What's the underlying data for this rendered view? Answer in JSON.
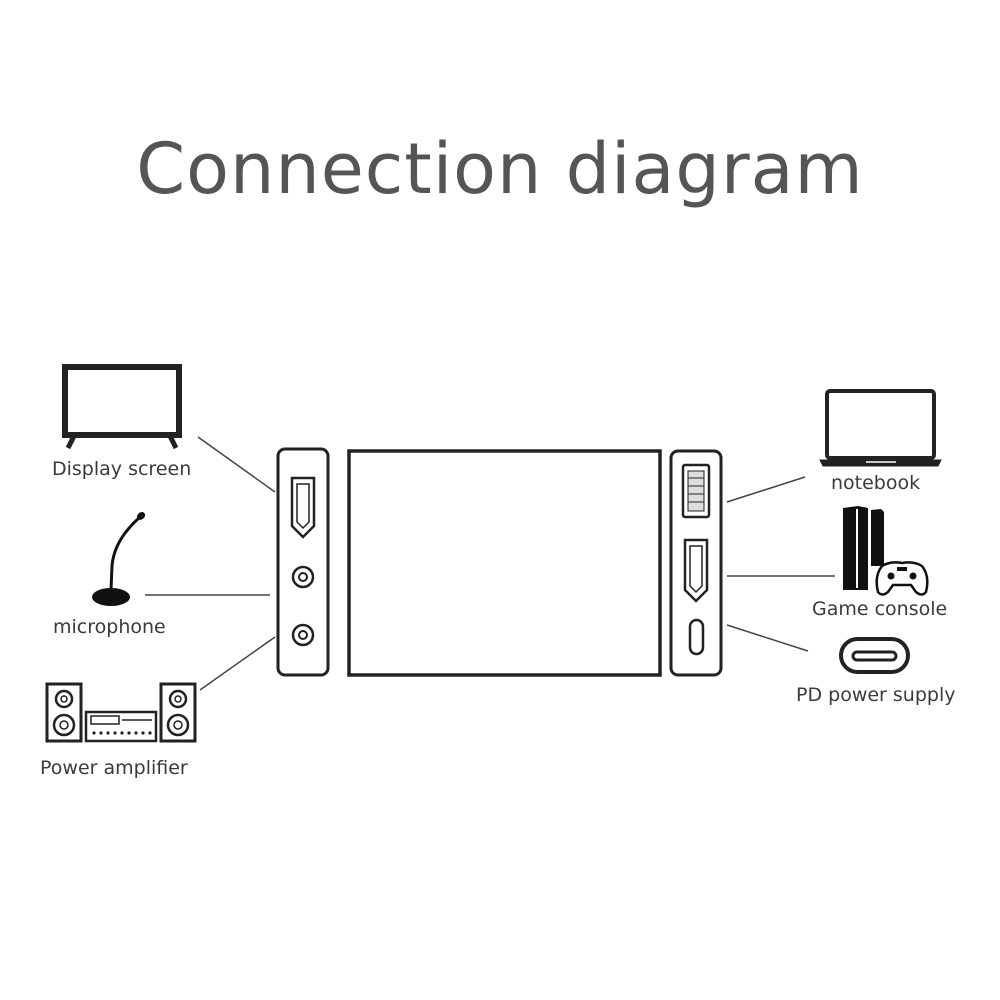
{
  "title": "Connection diagram",
  "labels": {
    "display_screen": "Display screen",
    "microphone": "microphone",
    "power_amplifier": "Power amplifier",
    "notebook": "notebook",
    "game_console": "Game console",
    "pd_power_supply": "PD power supply"
  },
  "icons": {
    "display": "tv-monitor-icon",
    "microphone": "desk-microphone-icon",
    "amplifier": "hifi-speakers-amplifier-icon",
    "notebook": "laptop-icon",
    "console": "game-console-with-controller-icon",
    "pd": "usb-c-port-icon"
  },
  "colors": {
    "line": "#222222",
    "title": "#555555",
    "text": "#3a3a3a"
  }
}
